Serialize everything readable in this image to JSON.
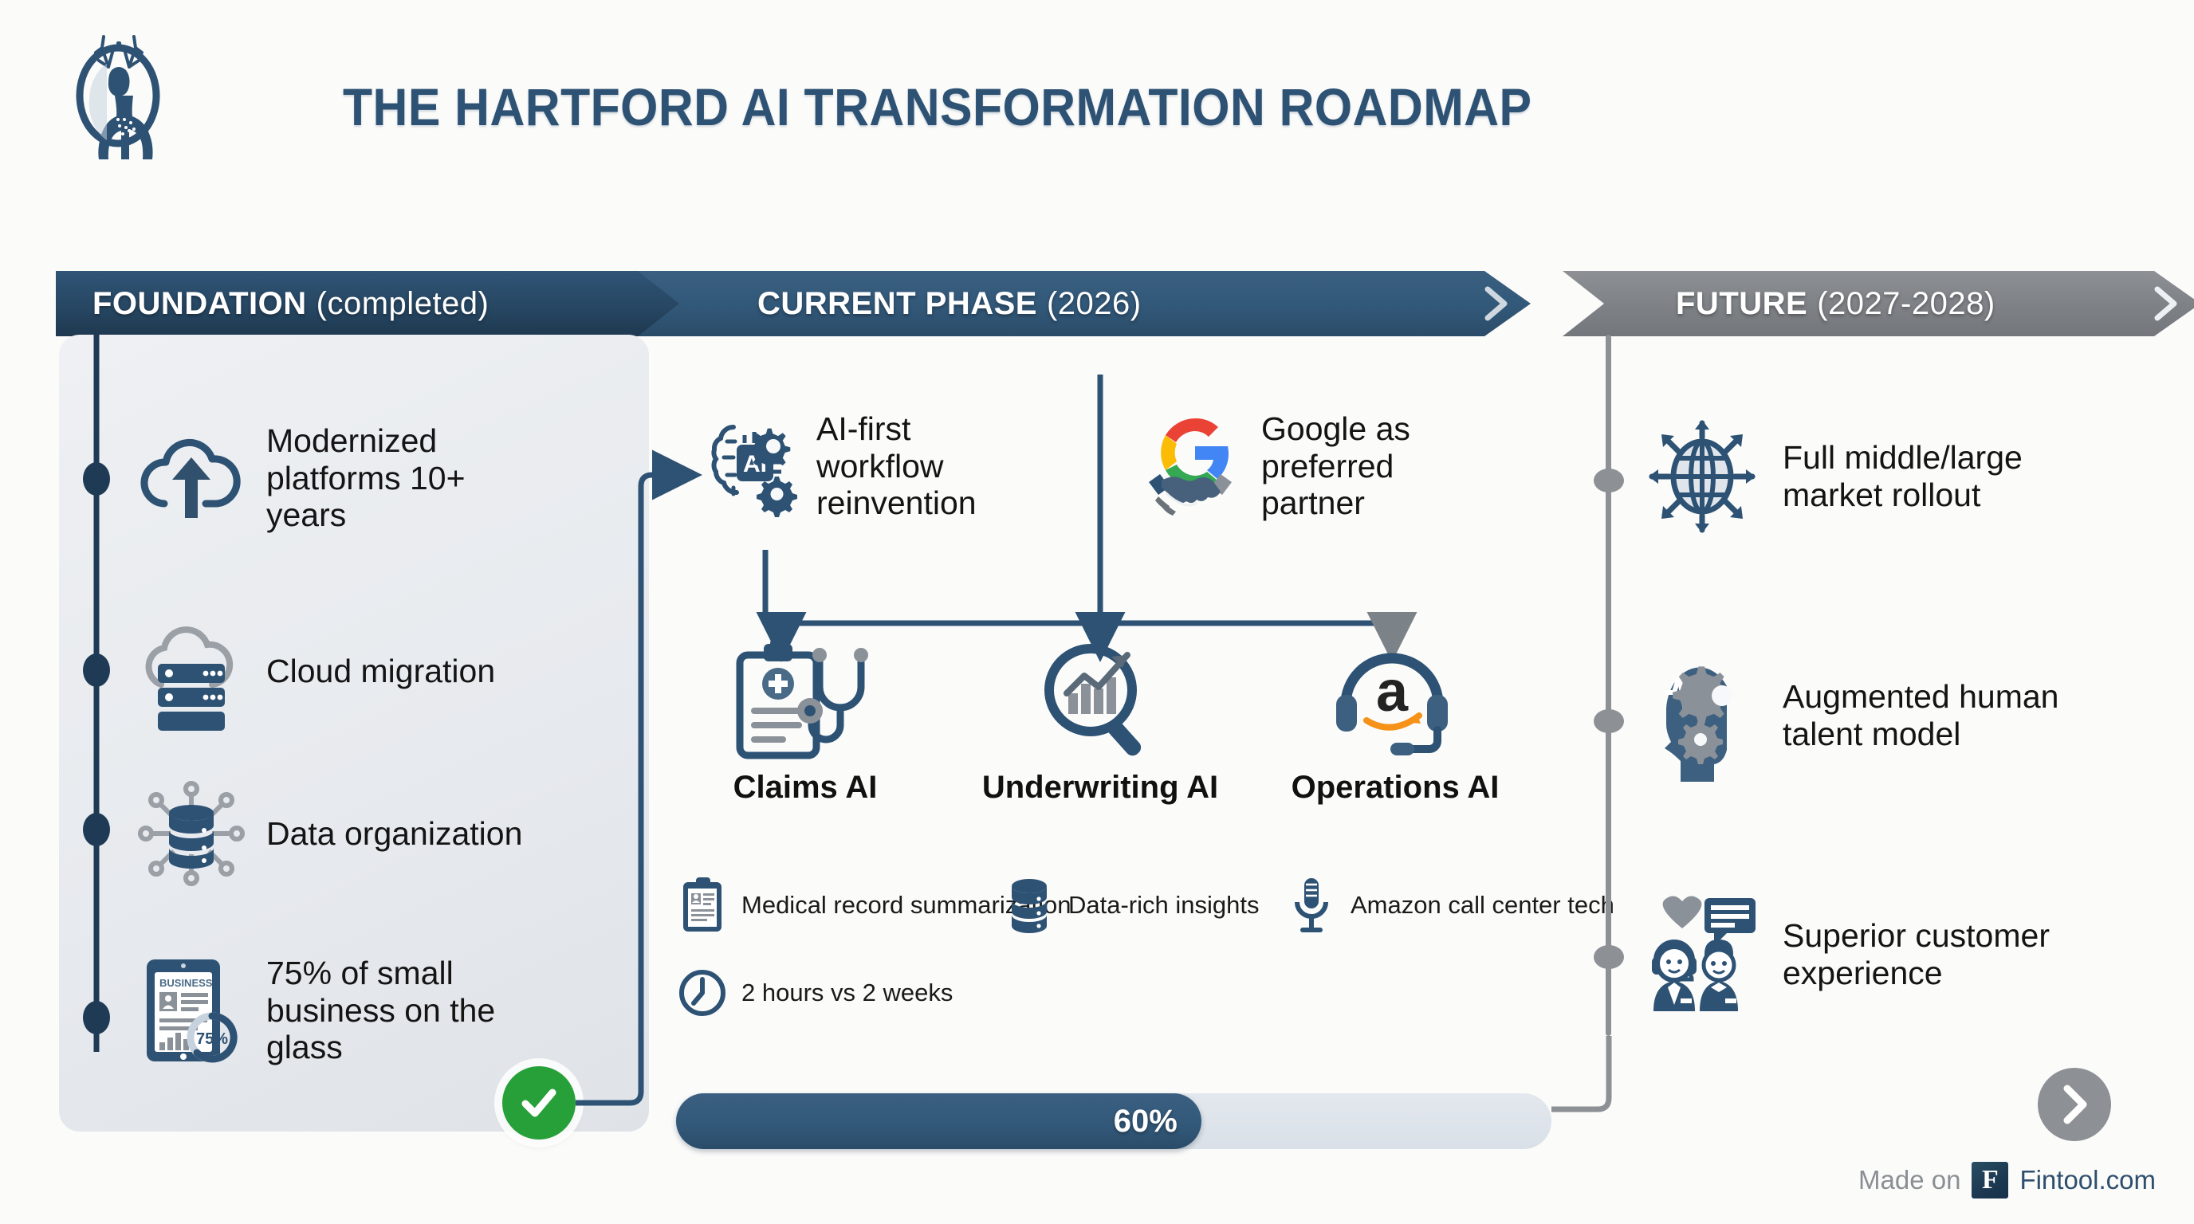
{
  "header": {
    "title": "THE HARTFORD AI TRANSFORMATION ROADMAP",
    "logo_icon": "hartford-stag-logo"
  },
  "colors": {
    "navy": "#1f3a55",
    "steel_blue": "#33597a",
    "gray": "#8d9094",
    "panel_bg": "#e7eaee",
    "green": "#27a03a",
    "title": "#2e5274"
  },
  "phases": [
    {
      "id": "foundation",
      "name": "FOUNDATION",
      "status": "(completed)",
      "items": [
        {
          "icon": "cloud-upload-icon",
          "label": "Modernized platforms 10+ years"
        },
        {
          "icon": "cloud-server-icon",
          "label": "Cloud migration"
        },
        {
          "icon": "database-network-icon",
          "label": "Data organization"
        },
        {
          "icon": "tablet-business-chart-icon",
          "label": "75% of small business on the glass",
          "badge_label": "BUSINESS",
          "donut_value": "75%"
        }
      ],
      "completed_badge_icon": "check-circle-icon"
    },
    {
      "id": "current",
      "name": "CURRENT PHASE",
      "status": "(2026)",
      "top_items": [
        {
          "icon": "ai-brain-gear-icon",
          "label": "AI-first workflow reinvention"
        },
        {
          "icon": "google-handshake-icon",
          "label": "Google as preferred partner"
        }
      ],
      "pillars": [
        {
          "icon": "clipboard-stethoscope-icon",
          "label": "Claims AI",
          "details": [
            {
              "icon": "medical-record-icon",
              "label": "Medical record summarization"
            },
            {
              "icon": "clock-icon",
              "label": "2 hours vs 2 weeks"
            }
          ]
        },
        {
          "icon": "magnifier-chart-icon",
          "label": "Underwriting AI",
          "details": [
            {
              "icon": "database-stack-icon",
              "label": "Data-rich insights"
            }
          ]
        },
        {
          "icon": "amazon-headset-icon",
          "label": "Operations AI",
          "details": [
            {
              "icon": "microphone-icon",
              "label": "Amazon call center tech"
            }
          ]
        }
      ],
      "progress": {
        "value": 60,
        "label": "60%"
      }
    },
    {
      "id": "future",
      "name": "FUTURE",
      "status": "(2027-2028)",
      "items": [
        {
          "icon": "globe-expand-icon",
          "label": "Full middle/large market rollout"
        },
        {
          "icon": "head-gears-icon",
          "label": "Augmented human talent model"
        },
        {
          "icon": "support-agents-icon",
          "label": "Superior customer experience"
        }
      ],
      "next_icon": "chevron-right-icon"
    }
  ],
  "footer": {
    "made_on": "Made on",
    "mark": "F",
    "site": "Fintool.com"
  }
}
